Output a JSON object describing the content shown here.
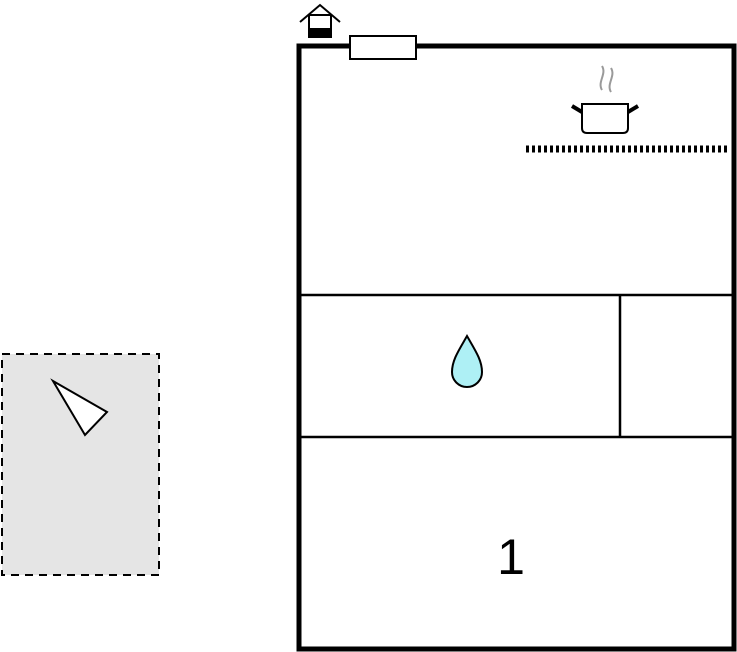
{
  "floorplan": {
    "rooms": [
      {
        "id": "kitchen-living",
        "icon": "cooking-pot-icon"
      },
      {
        "id": "bathroom",
        "icon": "water-drop-icon"
      },
      {
        "id": "side-room"
      },
      {
        "id": "bedroom",
        "label": "1"
      }
    ],
    "outdoor": {
      "id": "terrace",
      "icon": "direction-triangle-icon"
    },
    "entrance": {
      "icon": "house-entrance-icon"
    },
    "colors": {
      "wall": "#000000",
      "outdoor_fill": "#e5e5e5",
      "water_fill": "#aef0f5",
      "steam": "#9a9a9a"
    }
  }
}
